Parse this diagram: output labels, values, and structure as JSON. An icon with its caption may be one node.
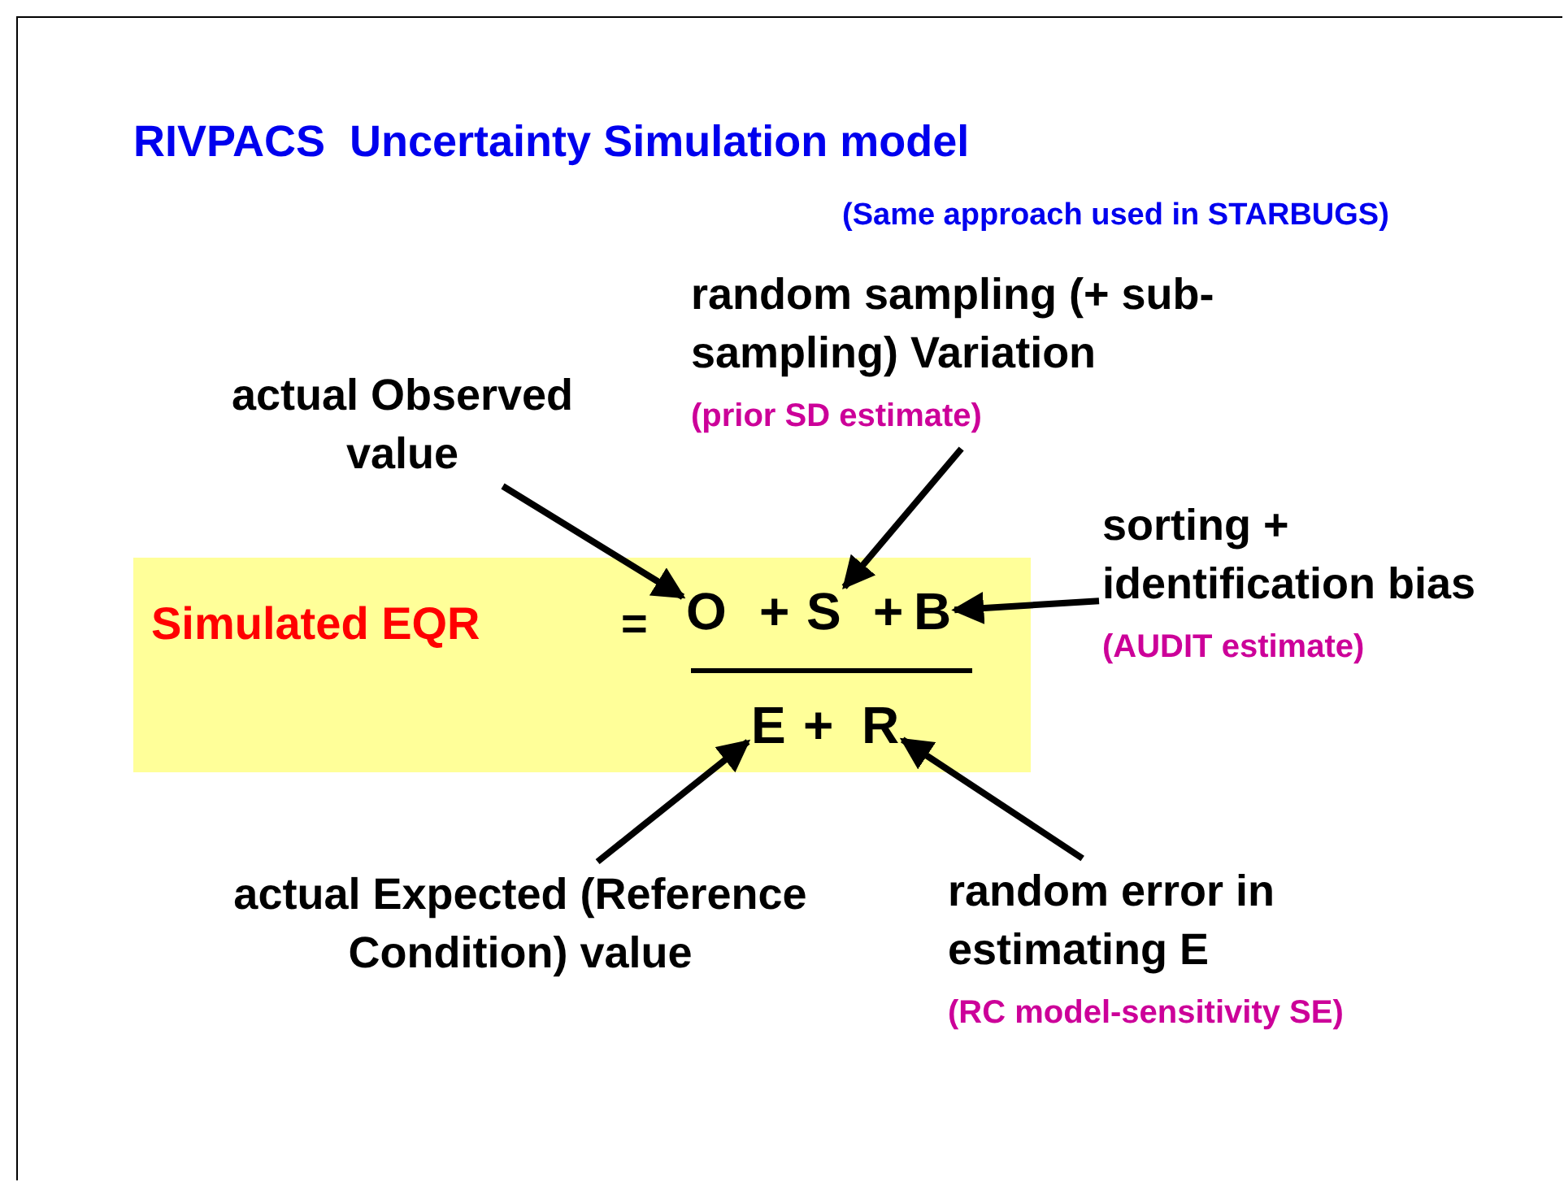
{
  "diagram": {
    "title": "RIVPACS  Uncertainty Simulation model",
    "nodes": [
      {
        "text": [
          "Simulated EQR",
          "="
        ]
      },
      {
        "text": [
          "actual Observed value"
        ]
      },
      {
        "text": [
          "random sampling (+ sub-sampling) Variation",
          "(prior SD estimate)"
        ]
      },
      {
        "text": [
          "sorting + identification bias",
          "(AUDIT estimate)"
        ]
      },
      {
        "text": [
          "O"
        ],
        "in": 0
      },
      {
        "text": [
          "S"
        ],
        "in": 0
      },
      {
        "text": [
          "B"
        ],
        "in": 0
      },
      {
        "text": [
          "E"
        ],
        "in": 0
      },
      {
        "text": [
          "R"
        ],
        "in": 0
      },
      {
        "text": [
          "actual Expected (Reference Condition) value"
        ]
      },
      {
        "text": [
          "random error in estimating E",
          "(RC model-sensitivity SE)"
        ]
      }
    ],
    "edges": [
      {
        "from": 1,
        "to": 4,
        "arrow": "to"
      },
      {
        "from": 2,
        "to": 5,
        "arrow": "to"
      },
      {
        "from": 3,
        "to": 6,
        "arrow": "to"
      },
      {
        "from": 9,
        "to": 7,
        "arrow": "to"
      },
      {
        "from": 10,
        "to": 8,
        "arrow": "to"
      }
    ],
    "labels": [
      "(Same approach used in STARBUGS)",
      "+",
      "+",
      "+"
    ]
  }
}
